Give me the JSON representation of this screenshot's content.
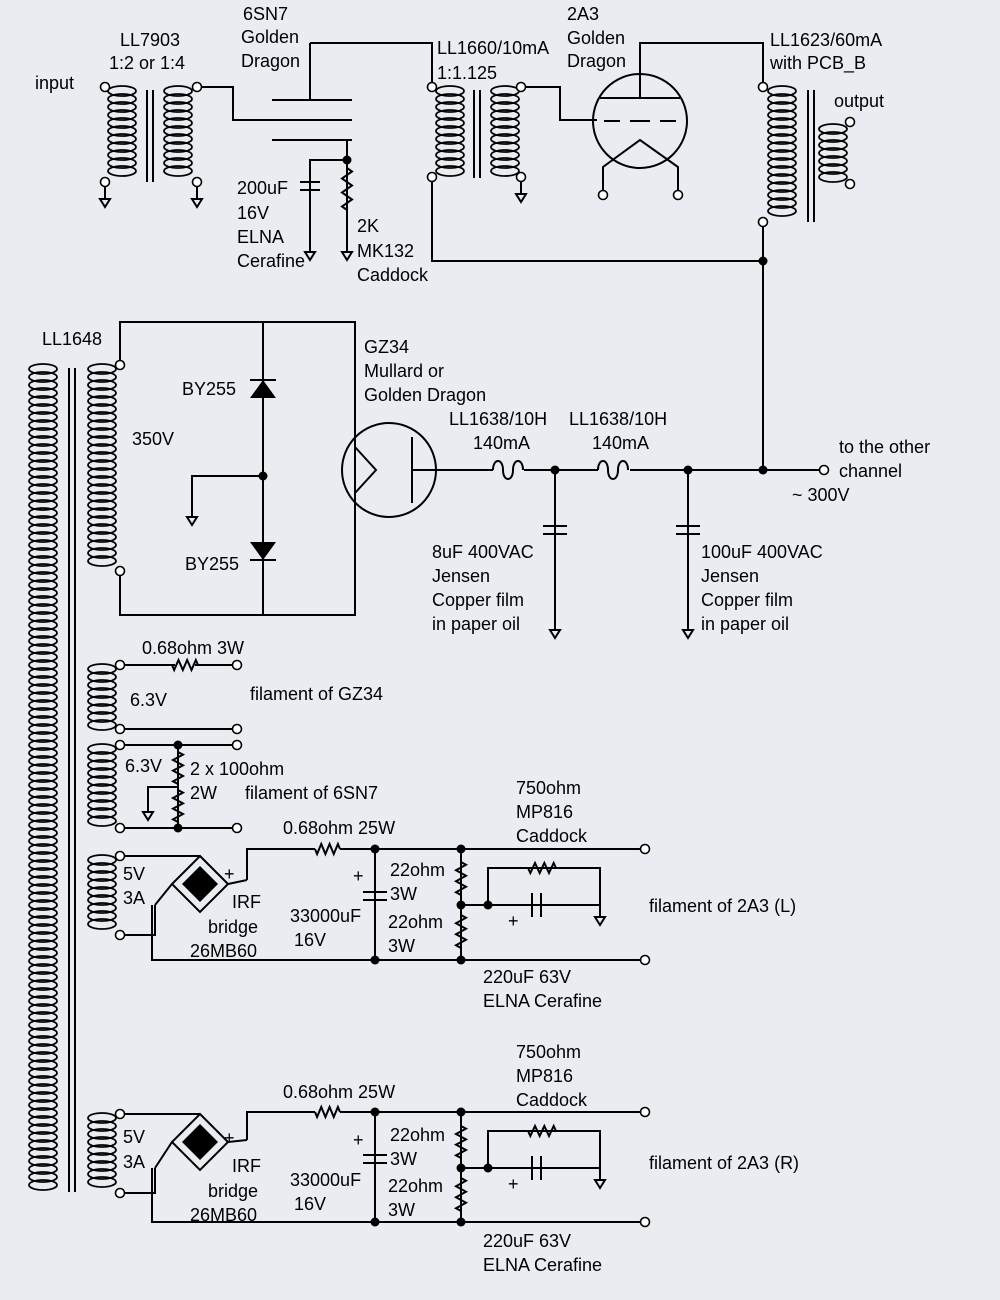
{
  "labels": {
    "input": "input",
    "ll7903_a": "LL7903",
    "ll7903_b": "1:2 or 1:4",
    "v6sn7_a": "6SN7",
    "v6sn7_b": "Golden",
    "v6sn7_c": "Dragon",
    "ll1660_a": "LL1660/10mA",
    "ll1660_b": "1:1.125",
    "v2a3_a": "2A3",
    "v2a3_b": "Golden",
    "v2a3_c": "Dragon",
    "ll1623_a": "LL1623/60mA",
    "ll1623_b": "with PCB_B",
    "output": "output",
    "cap200_a": "200uF",
    "cap200_b": "16V",
    "cap200_c": "ELNA",
    "cap200_d": "Cerafine",
    "res2k_a": "2K",
    "res2k_b": "MK132",
    "res2k_c": "Caddock",
    "ll1648": "LL1648",
    "gz34_a": "GZ34",
    "gz34_b": "Mullard or",
    "gz34_c": "Golden Dragon",
    "by255_top": "BY255",
    "by255_bot": "BY255",
    "v350": "350V",
    "ll1638_1a": "LL1638/10H",
    "ll1638_1b": "140mA",
    "ll1638_2a": "LL1638/10H",
    "ll1638_2b": "140mA",
    "other_a": "to the other",
    "other_b": "channel",
    "other_c": "~ 300V",
    "cap8_a": "8uF 400VAC",
    "cap8_b": "Jensen",
    "cap8_c": "Copper film",
    "cap8_d": "in paper oil",
    "cap100_a": "100uF 400VAC",
    "cap100_b": "Jensen",
    "cap100_c": "Copper film",
    "cap100_d": "in paper oil",
    "r068_3w": "0.68ohm 3W",
    "v63_1": "6.3V",
    "fil_gz34": "filament of GZ34",
    "v63_2": "6.3V",
    "r100_a": "2 x 100ohm",
    "r100_b": "2W",
    "fil_6sn7": "filament of 6SN7",
    "r068_25w_l": "0.68ohm 25W",
    "r750_l_a": "750ohm",
    "r750_l_b": "MP816",
    "r750_l_c": "Caddock",
    "v5_l": "5V",
    "a3_l": "3A",
    "plus_br_l": "+",
    "irf_l_a": "IRF",
    "irf_l_b": "bridge",
    "irf_l_c": "26MB60",
    "plus_c33_l": "+",
    "c33_l_a": "33000uF",
    "c33_l_b": "16V",
    "r22_l1_a": "22ohm",
    "r22_l1_b": "3W",
    "r22_l2_a": "22ohm",
    "r22_l2_b": "3W",
    "plus_c220_l": "+",
    "fil_2a3_l": "filament of 2A3 (L)",
    "c220_l_a": "220uF 63V",
    "c220_l_b": "ELNA Cerafine",
    "r068_25w_r": "0.68ohm 25W",
    "r750_r_a": "750ohm",
    "r750_r_b": "MP816",
    "r750_r_c": "Caddock",
    "v5_r": "5V",
    "a3_r": "3A",
    "plus_br_r": "+",
    "irf_r_a": "IRF",
    "irf_r_b": "bridge",
    "irf_r_c": "26MB60",
    "plus_c33_r": "+",
    "c33_r_a": "33000uF",
    "c33_r_b": "16V",
    "r22_r1_a": "22ohm",
    "r22_r1_b": "3W",
    "r22_r2_a": "22ohm",
    "r22_r2_b": "3W",
    "plus_c220_r": "+",
    "fil_2a3_r": "filament of 2A3 (R)",
    "c220_r_a": "220uF 63V",
    "c220_r_b": "ELNA Cerafine"
  }
}
